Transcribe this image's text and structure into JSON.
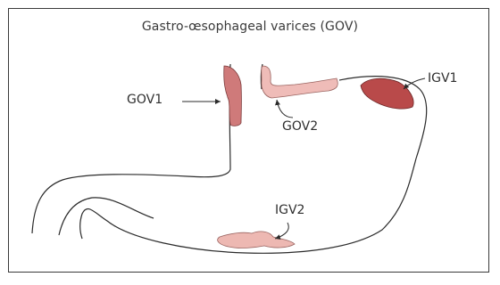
{
  "figure": {
    "title": "Gastro-œsophageal varices (GOV)",
    "labels": {
      "gov1": "GOV1",
      "gov2": "GOV2",
      "igv1": "IGV1",
      "igv2": "IGV2"
    },
    "colors": {
      "outline": "#2b2b2b",
      "gov1_fill": "#cf7a7a",
      "gov2_fill": "#efbcb8",
      "igv1_fill": "#b94a4a",
      "igv2_fill": "#edb8b2"
    }
  }
}
